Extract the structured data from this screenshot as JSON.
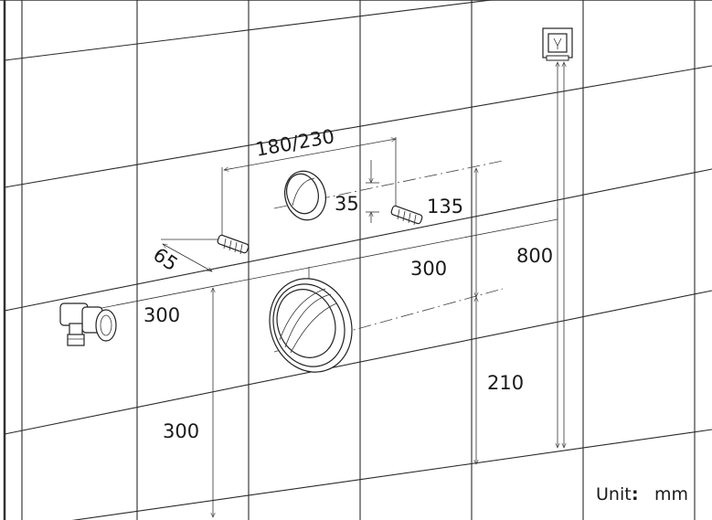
{
  "dimensions": {
    "tap_height": "300",
    "bracket_spacing": "180/230",
    "bolt_offset": "65",
    "small_outlet_diameter": "35",
    "bolt_to_top": "135",
    "socket_height": "800",
    "pipe_offset_right": "300",
    "pipe_offset_left": "300",
    "outlet_height": "210"
  },
  "unit_label": "Unit",
  "unit_value": "mm",
  "colors": {
    "line": "#222222",
    "background": "#ffffff"
  },
  "icons": {
    "socket": "electrical-socket-icon",
    "valve": "angle-valve-icon",
    "bolt": "anchor-bolt-icon",
    "outlet": "drain-outlet-icon"
  }
}
